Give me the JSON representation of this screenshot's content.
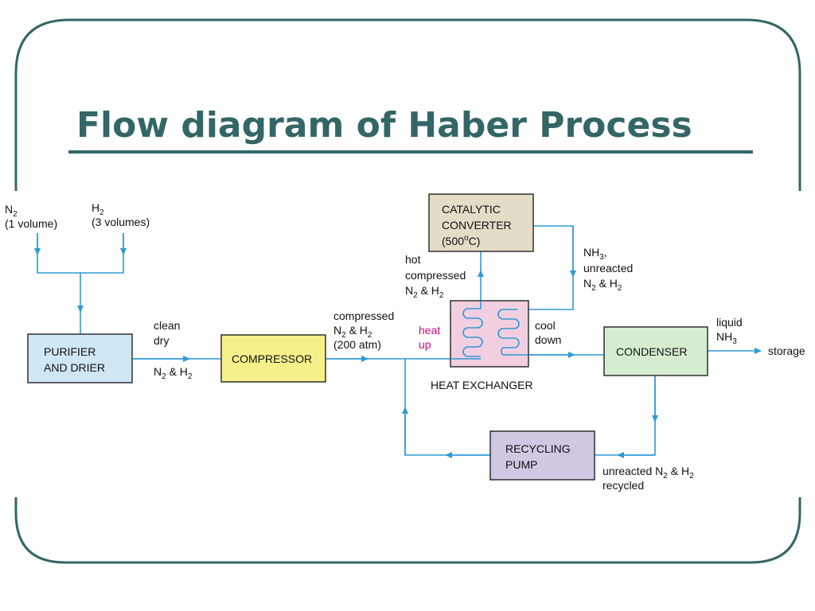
{
  "title": "Flow diagram of Haber Process",
  "colors": {
    "frame": "#336666",
    "flow": "#2f9ad6",
    "accent_text": "#d10a7a",
    "purifier_fill": "#cfe7f5",
    "compressor_fill": "#f5f08a",
    "catalytic_fill": "#e3dcc6",
    "heat_exchanger_fill": "#f2cfe0",
    "condenser_fill": "#d5ecd0",
    "pump_fill": "#d2c7e3"
  },
  "inputs": {
    "n2": {
      "symbol": "N",
      "sub": "2",
      "amount": "(1 volume)"
    },
    "h2": {
      "symbol": "H",
      "sub": "2",
      "amount": "(3 volumes)"
    }
  },
  "boxes": {
    "purifier": [
      "PURIFIER",
      "AND DRIER"
    ],
    "compressor": "COMPRESSOR",
    "catalytic": [
      "CATALYTIC",
      "CONVERTER",
      "(500",
      "o",
      "C)"
    ],
    "heat_exchanger_caption": "HEAT EXCHANGER",
    "condenser": "CONDENSER",
    "pump": [
      "RECYCLING",
      "PUMP"
    ]
  },
  "labels": {
    "clean_dry": [
      "clean",
      "dry"
    ],
    "n2h2_after_purifier": {
      "n": "N",
      "n_sub": "2",
      "amp": " & H",
      "h_sub": "2"
    },
    "compressed": {
      "line1": "compressed",
      "n": "N",
      "n_sub": "2",
      "amp": " & H",
      "h_sub": "2",
      "line3": "(200 atm)"
    },
    "heat_up": [
      "heat",
      "up"
    ],
    "hot_compressed": {
      "line1": "hot",
      "line2": "compressed",
      "n": "N",
      "n_sub": "2",
      "amp": " & H",
      "h_sub": "2"
    },
    "nh3_unreacted": {
      "nh": "NH",
      "nh_sub": "3",
      "comma": ",",
      "line2": "unreacted",
      "n": "N",
      "n_sub": "2",
      "amp": " & H",
      "h_sub": "2"
    },
    "cool_down": [
      "cool",
      "down"
    ],
    "liquid_nh3": {
      "line1": "liquid",
      "nh": "NH",
      "nh_sub": "3"
    },
    "storage": "storage",
    "recycled": {
      "pre": "unreacted N",
      "n_sub": "2",
      "amp": " & H",
      "h_sub": "2",
      "line2": "recycled"
    }
  }
}
